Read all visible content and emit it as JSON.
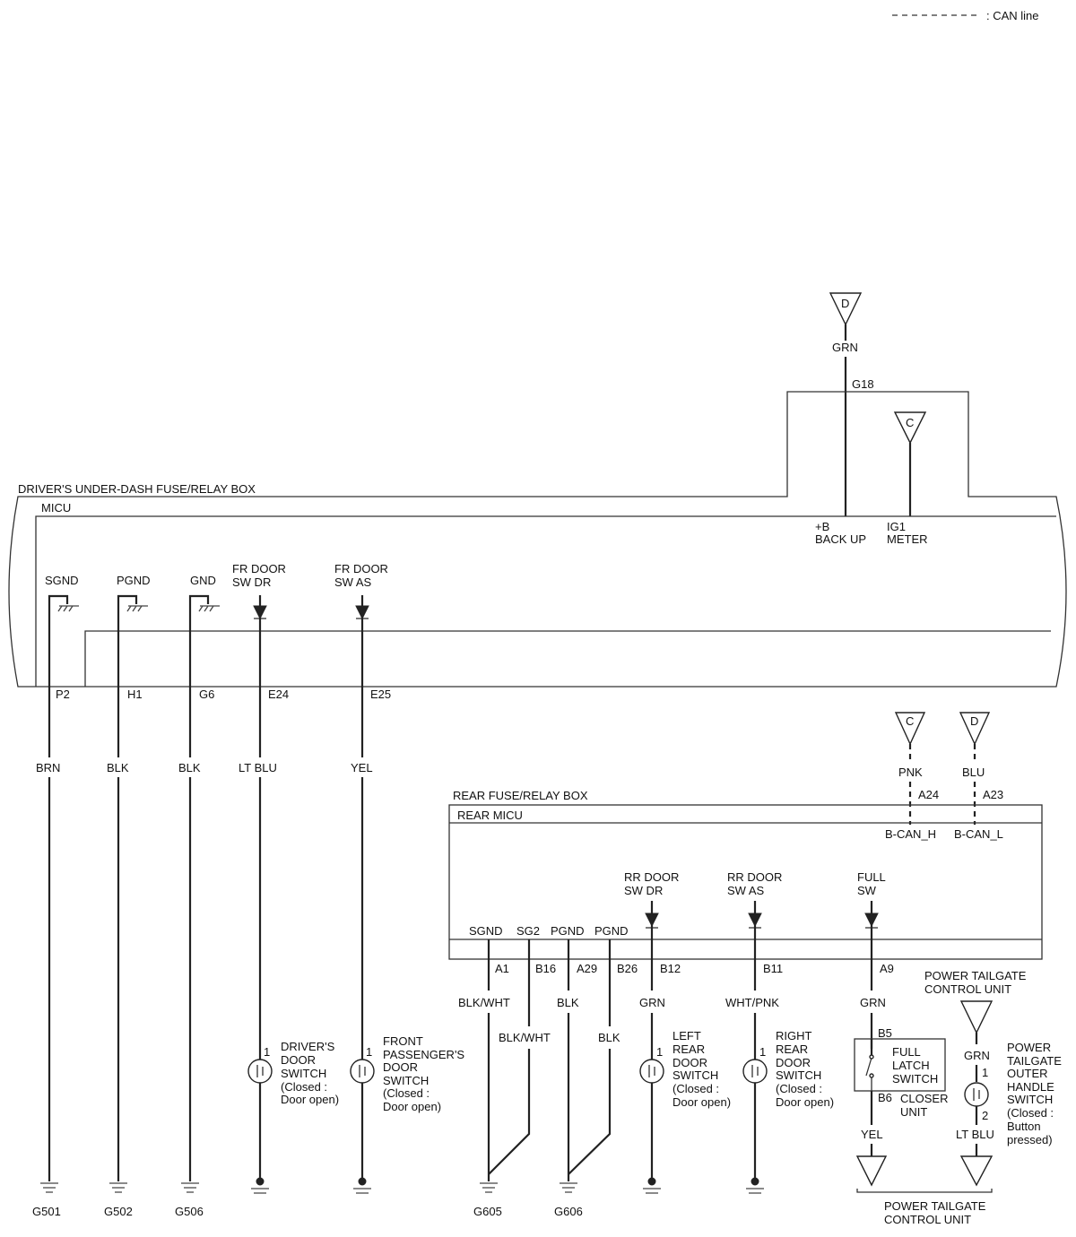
{
  "legend": {
    "can_line": ": CAN line"
  },
  "boxes": {
    "drivers_box": "DRIVER'S UNDER-DASH FUSE/RELAY BOX",
    "micu": "MICU",
    "rear_box": "REAR FUSE/RELAY BOX",
    "rear_micu": "REAR MICU"
  },
  "power": {
    "d_top": "D",
    "grn_top": "GRN",
    "g18": "G18",
    "c_top": "C",
    "b_backup_1": "+B",
    "b_backup_2": "BACK UP",
    "ig1_1": "IG1",
    "ig1_2": "METER"
  },
  "micu_terms": {
    "sgnd": "SGND",
    "pgnd": "PGND",
    "gnd": "GND",
    "fr_dr_1": "FR DOOR",
    "fr_dr_2": "SW DR",
    "fr_as_1": "FR DOOR",
    "fr_as_2": "SW AS",
    "p2": "P2",
    "h1": "H1",
    "g6": "G6",
    "e24": "E24",
    "e25": "E25"
  },
  "left_wires": {
    "brn": "BRN",
    "blk1": "BLK",
    "blk2": "BLK",
    "ltblu": "LT BLU",
    "yel": "YEL"
  },
  "switches": {
    "drv_pin": "1",
    "drv_lines": [
      "DRIVER'S",
      "DOOR",
      "SWITCH",
      "(Closed :",
      "Door open)"
    ],
    "pass_pin": "1",
    "pass_lines": [
      "FRONT",
      "PASSENGER'S",
      "DOOR",
      "SWITCH",
      "(Closed :",
      "Door open)"
    ],
    "lr_pin": "1",
    "lr_lines": [
      "LEFT",
      "REAR",
      "DOOR",
      "SWITCH",
      "(Closed :",
      "Door open)"
    ],
    "rr_pin": "1",
    "rr_lines": [
      "RIGHT",
      "REAR",
      "DOOR",
      "SWITCH",
      "(Closed :",
      "Door open)"
    ]
  },
  "grounds": {
    "g501": "G501",
    "g502": "G502",
    "g506": "G506",
    "g605": "G605",
    "g606": "G606"
  },
  "can": {
    "c": "C",
    "d": "D",
    "pnk": "PNK",
    "blu": "BLU",
    "a24": "A24",
    "a23": "A23",
    "bcan_h": "B-CAN_H",
    "bcan_l": "B-CAN_L"
  },
  "rear_terms": {
    "rr_dr_1": "RR DOOR",
    "rr_dr_2": "SW DR",
    "rr_as_1": "RR DOOR",
    "rr_as_2": "SW AS",
    "full_1": "FULL",
    "full_2": "SW",
    "sgnd": "SGND",
    "sg2": "SG2",
    "pgnd1": "PGND",
    "pgnd2": "PGND",
    "a1": "A1",
    "b16": "B16",
    "a29": "A29",
    "b26": "B26",
    "b12": "B12",
    "b11": "B11",
    "a9": "A9"
  },
  "rear_wires": {
    "blkwht1": "BLK/WHT",
    "blkwht2": "BLK/WHT",
    "blk1": "BLK",
    "blk2": "BLK",
    "grn": "GRN",
    "whtpnk": "WHT/PNK",
    "grn2": "GRN",
    "yel": "YEL",
    "grn3": "GRN",
    "ltblu": "LT BLU"
  },
  "tailgate": {
    "unit_top_1": "POWER TAILGATE",
    "unit_top_2": "CONTROL UNIT",
    "b5": "B5",
    "b6": "B6",
    "latch_1": "FULL",
    "latch_2": "LATCH",
    "latch_3": "SWITCH",
    "closer_1": "CLOSER",
    "closer_2": "UNIT",
    "pin1": "1",
    "pin2": "2",
    "handle_lines": [
      "POWER",
      "TAILGATE",
      "OUTER",
      "HANDLE",
      "SWITCH",
      "(Closed :",
      "Button",
      "pressed)"
    ],
    "unit_bot_1": "POWER TAILGATE",
    "unit_bot_2": "CONTROL UNIT"
  }
}
